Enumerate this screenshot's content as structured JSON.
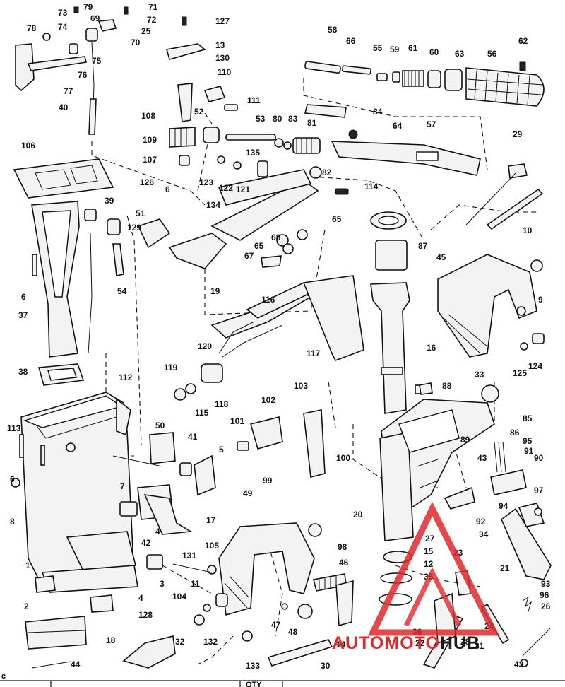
{
  "diagram": {
    "labels": [
      {
        "id": "l73",
        "text": "73"
      },
      {
        "id": "l79",
        "text": "79"
      },
      {
        "id": "l69",
        "text": "69"
      },
      {
        "id": "l71",
        "text": "71"
      },
      {
        "id": "l72",
        "text": "72"
      },
      {
        "id": "l25",
        "text": "25"
      },
      {
        "id": "l70",
        "text": "70"
      },
      {
        "id": "l78",
        "text": "78"
      },
      {
        "id": "l74",
        "text": "74"
      },
      {
        "id": "l127",
        "text": "127"
      },
      {
        "id": "l13",
        "text": "13"
      },
      {
        "id": "l130",
        "text": "130"
      },
      {
        "id": "l76",
        "text": "76"
      },
      {
        "id": "l75",
        "text": "75"
      },
      {
        "id": "l77",
        "text": "77"
      },
      {
        "id": "l40",
        "text": "40"
      },
      {
        "id": "l110",
        "text": "110"
      },
      {
        "id": "l111",
        "text": "111"
      },
      {
        "id": "l108",
        "text": "108"
      },
      {
        "id": "l52",
        "text": "52"
      },
      {
        "id": "l53",
        "text": "53"
      },
      {
        "id": "l80",
        "text": "80"
      },
      {
        "id": "l83",
        "text": "83"
      },
      {
        "id": "l81",
        "text": "81"
      },
      {
        "id": "l84",
        "text": "84"
      },
      {
        "id": "l64",
        "text": "64"
      },
      {
        "id": "l57",
        "text": "57"
      },
      {
        "id": "l109",
        "text": "109"
      },
      {
        "id": "l107",
        "text": "107"
      },
      {
        "id": "l58",
        "text": "58"
      },
      {
        "id": "l66",
        "text": "66"
      },
      {
        "id": "l55",
        "text": "55"
      },
      {
        "id": "l59",
        "text": "59"
      },
      {
        "id": "l61",
        "text": "61"
      },
      {
        "id": "l60",
        "text": "60"
      },
      {
        "id": "l63",
        "text": "63"
      },
      {
        "id": "l56",
        "text": "56"
      },
      {
        "id": "l62",
        "text": "62"
      },
      {
        "id": "l29",
        "text": "29"
      },
      {
        "id": "l106",
        "text": "106"
      },
      {
        "id": "l135",
        "text": "135"
      },
      {
        "id": "l82",
        "text": "82"
      },
      {
        "id": "l123",
        "text": "123"
      },
      {
        "id": "l122",
        "text": "122"
      },
      {
        "id": "l121",
        "text": "121"
      },
      {
        "id": "l126",
        "text": "126"
      },
      {
        "id": "l6a",
        "text": "6"
      },
      {
        "id": "l114",
        "text": "114"
      },
      {
        "id": "l134",
        "text": "134"
      },
      {
        "id": "l39",
        "text": "39"
      },
      {
        "id": "l51",
        "text": "51"
      },
      {
        "id": "l129",
        "text": "129"
      },
      {
        "id": "l10",
        "text": "10"
      },
      {
        "id": "l65a",
        "text": "65"
      },
      {
        "id": "l68",
        "text": "68"
      },
      {
        "id": "l65b",
        "text": "65"
      },
      {
        "id": "l87",
        "text": "87"
      },
      {
        "id": "l67",
        "text": "67"
      },
      {
        "id": "l45",
        "text": "45"
      },
      {
        "id": "l9",
        "text": "9"
      },
      {
        "id": "l6b",
        "text": "6"
      },
      {
        "id": "l19",
        "text": "19"
      },
      {
        "id": "l54",
        "text": "54"
      },
      {
        "id": "l37",
        "text": "37"
      },
      {
        "id": "l116",
        "text": "116"
      },
      {
        "id": "l16",
        "text": "16"
      },
      {
        "id": "l120",
        "text": "120"
      },
      {
        "id": "l117",
        "text": "117"
      },
      {
        "id": "l125",
        "text": "125"
      },
      {
        "id": "l124",
        "text": "124"
      },
      {
        "id": "l38",
        "text": "38"
      },
      {
        "id": "l119",
        "text": "119"
      },
      {
        "id": "l33",
        "text": "33"
      },
      {
        "id": "l112",
        "text": "112"
      },
      {
        "id": "l103",
        "text": "103"
      },
      {
        "id": "l88",
        "text": "88"
      },
      {
        "id": "l118",
        "text": "118"
      },
      {
        "id": "l115",
        "text": "115"
      },
      {
        "id": "l102",
        "text": "102"
      },
      {
        "id": "l85",
        "text": "85"
      },
      {
        "id": "l86",
        "text": "86"
      },
      {
        "id": "l113",
        "text": "113"
      },
      {
        "id": "l50",
        "text": "50"
      },
      {
        "id": "l101",
        "text": "101"
      },
      {
        "id": "l41",
        "text": "41"
      },
      {
        "id": "l5",
        "text": "5"
      },
      {
        "id": "l89",
        "text": "89"
      },
      {
        "id": "l95",
        "text": "95"
      },
      {
        "id": "l91",
        "text": "91"
      },
      {
        "id": "l90",
        "text": "90"
      },
      {
        "id": "l6c",
        "text": "6"
      },
      {
        "id": "l100",
        "text": "100"
      },
      {
        "id": "l43a",
        "text": "43"
      },
      {
        "id": "l99",
        "text": "99"
      },
      {
        "id": "l7",
        "text": "7"
      },
      {
        "id": "l8",
        "text": "8"
      },
      {
        "id": "l97",
        "text": "97"
      },
      {
        "id": "l49",
        "text": "49"
      },
      {
        "id": "l17",
        "text": "17"
      },
      {
        "id": "l20",
        "text": "20"
      },
      {
        "id": "l92",
        "text": "92"
      },
      {
        "id": "l94",
        "text": "94"
      },
      {
        "id": "l4a",
        "text": "4"
      },
      {
        "id": "l27",
        "text": "27"
      },
      {
        "id": "l34",
        "text": "34"
      },
      {
        "id": "l42",
        "text": "42"
      },
      {
        "id": "l98",
        "text": "98"
      },
      {
        "id": "l105",
        "text": "105"
      },
      {
        "id": "l131",
        "text": "131"
      },
      {
        "id": "l23",
        "text": "23"
      },
      {
        "id": "l15",
        "text": "15"
      },
      {
        "id": "l12",
        "text": "12"
      },
      {
        "id": "l1",
        "text": "1"
      },
      {
        "id": "l46",
        "text": "46"
      },
      {
        "id": "l21",
        "text": "21"
      },
      {
        "id": "l3",
        "text": "3"
      },
      {
        "id": "l11",
        "text": "11"
      },
      {
        "id": "l35",
        "text": "35"
      },
      {
        "id": "l93",
        "text": "93"
      },
      {
        "id": "l2",
        "text": "2"
      },
      {
        "id": "l4b",
        "text": "4"
      },
      {
        "id": "l104",
        "text": "104"
      },
      {
        "id": "l96",
        "text": "96"
      },
      {
        "id": "l26",
        "text": "26"
      },
      {
        "id": "l128",
        "text": "128"
      },
      {
        "id": "l47",
        "text": "47"
      },
      {
        "id": "l48",
        "text": "48"
      },
      {
        "id": "l36",
        "text": "36"
      },
      {
        "id": "l22",
        "text": "22"
      },
      {
        "id": "l28",
        "text": "28"
      },
      {
        "id": "l24",
        "text": "24"
      },
      {
        "id": "l31",
        "text": "31"
      },
      {
        "id": "l18",
        "text": "18"
      },
      {
        "id": "l32",
        "text": "32"
      },
      {
        "id": "l14",
        "text": "14"
      },
      {
        "id": "l132",
        "text": "132"
      },
      {
        "id": "l133",
        "text": "133"
      },
      {
        "id": "l30",
        "text": "30"
      },
      {
        "id": "l44",
        "text": "44"
      },
      {
        "id": "l43b",
        "text": "43"
      }
    ]
  },
  "watermark": {
    "text": "AUTOMOTOHUB",
    "color": "#e0272b",
    "color_dark": "#1a1a1a"
  },
  "footer": {
    "left": "c",
    "qty": "QTY"
  }
}
